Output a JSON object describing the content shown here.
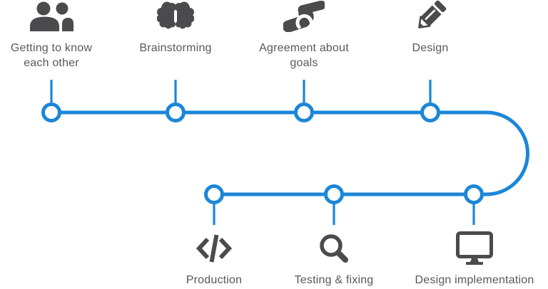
{
  "colors": {
    "accent_blue": "#1c86d8",
    "icon_gray": "#4b4b4d",
    "text_gray": "#57585c",
    "background": "#ffffff"
  },
  "timeline": {
    "shape": "s-curve-right-uturn",
    "top_steps": [
      {
        "label": "Getting to know each other",
        "icon": "people-icon"
      },
      {
        "label": "Brainstorming",
        "icon": "brain-icon"
      },
      {
        "label": "Agreement about goals",
        "icon": "handshake-icon"
      },
      {
        "label": "Design",
        "icon": "pencil-icon"
      }
    ],
    "bottom_steps": [
      {
        "label": "Production",
        "icon": "code-icon"
      },
      {
        "label": "Testing & fixing",
        "icon": "magnifier-icon"
      },
      {
        "label": "Design implementation",
        "icon": "monitor-icon"
      }
    ]
  }
}
